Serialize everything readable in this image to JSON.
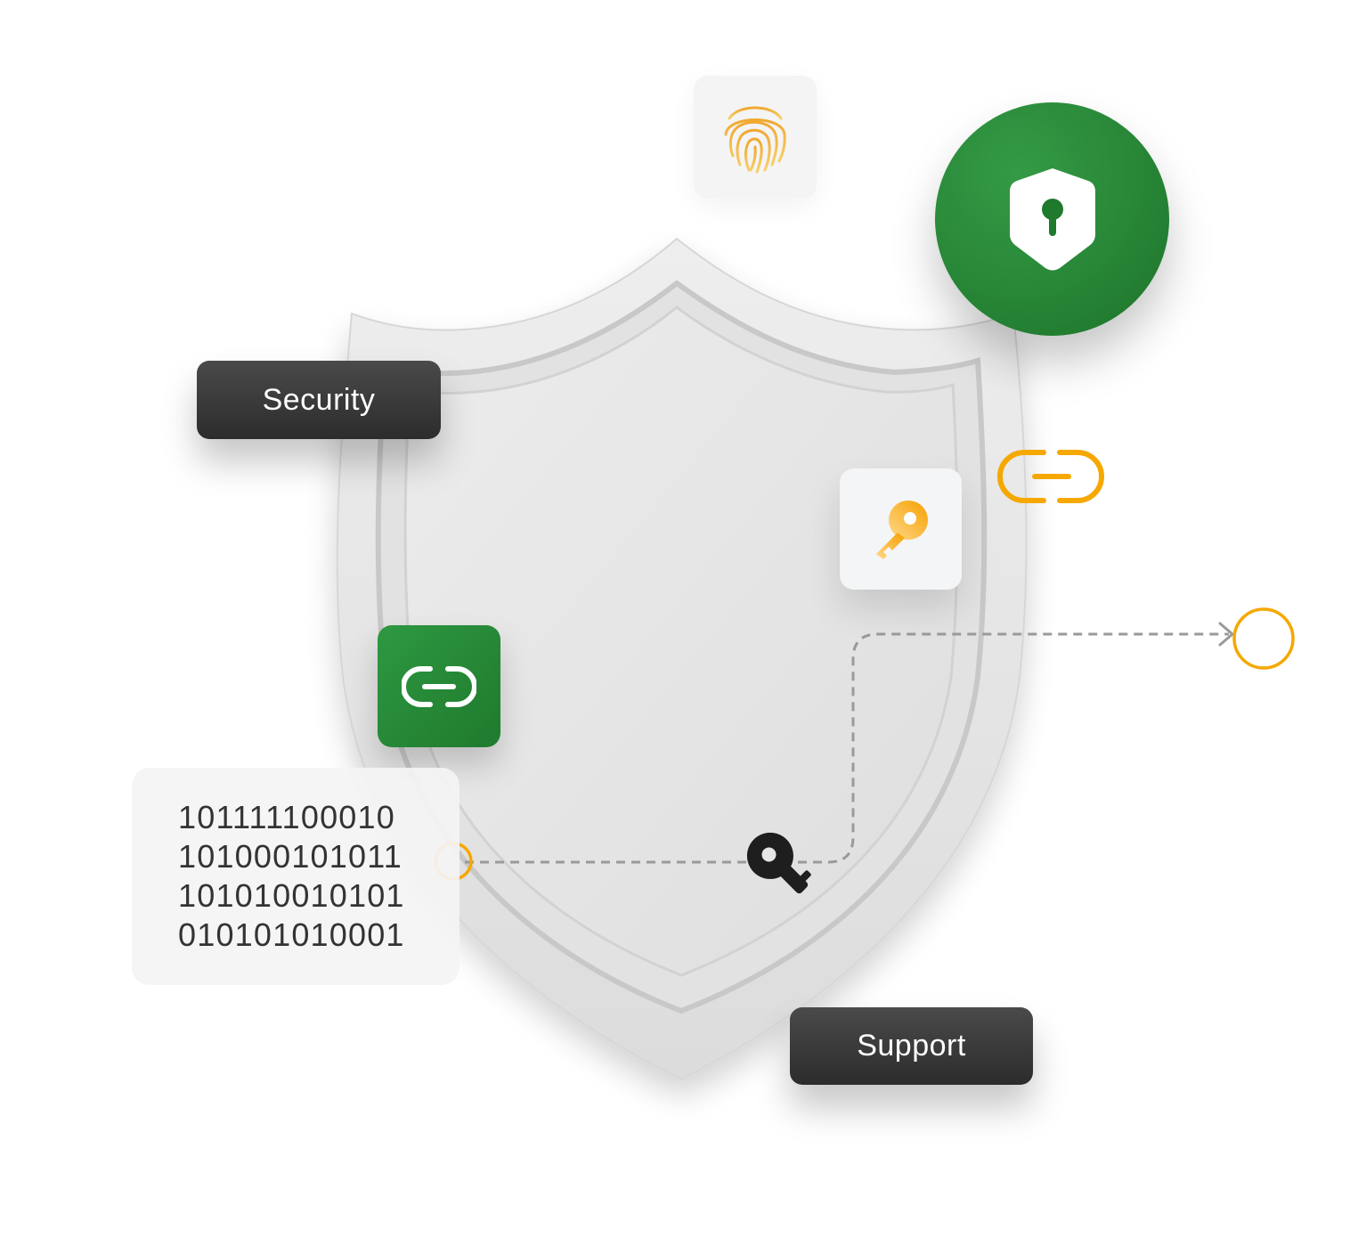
{
  "labels": {
    "security": "Security",
    "support": "Support"
  },
  "binary": {
    "lines": [
      "101111100010",
      "101000101011",
      "101010010101",
      "010101010001"
    ]
  },
  "icons": {
    "fingerprint": "fingerprint-icon",
    "shield_lock": "shield-lock-icon",
    "key": "key-icon",
    "link": "link-icon"
  },
  "colors": {
    "green": "#2a8a3a",
    "orange": "#f5a800",
    "dark_label": "#3a3a3a",
    "shield": "#e4e4e4"
  }
}
